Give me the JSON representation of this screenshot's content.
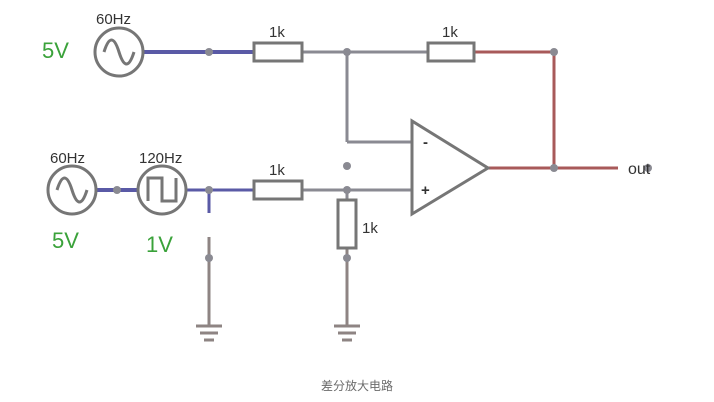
{
  "colors": {
    "wire_blue": "#5a5aa6",
    "wire_gray": "#8a8a92",
    "wire_gray_brown": "#8e8483",
    "wire_red": "#a85a5a",
    "component": "#767676",
    "label_green": "#3aa23a",
    "caption": "#6b6b6b"
  },
  "sources": {
    "top_sine": {
      "freq": "60Hz",
      "amplitude": "5V",
      "icon": "sine-wave-icon"
    },
    "bottom_sine": {
      "freq": "60Hz",
      "amplitude": "5V",
      "icon": "sine-wave-icon"
    },
    "bottom_square": {
      "freq": "120Hz",
      "amplitude": "1V",
      "icon": "square-wave-icon"
    }
  },
  "resistors": {
    "r_input_top": "1k",
    "r_feedback": "1k",
    "r_input_bottom": "1k",
    "r_ground": "1k"
  },
  "opamp": {
    "minus": "-",
    "plus": "+"
  },
  "output_label": "out",
  "caption": "差分放大电路"
}
